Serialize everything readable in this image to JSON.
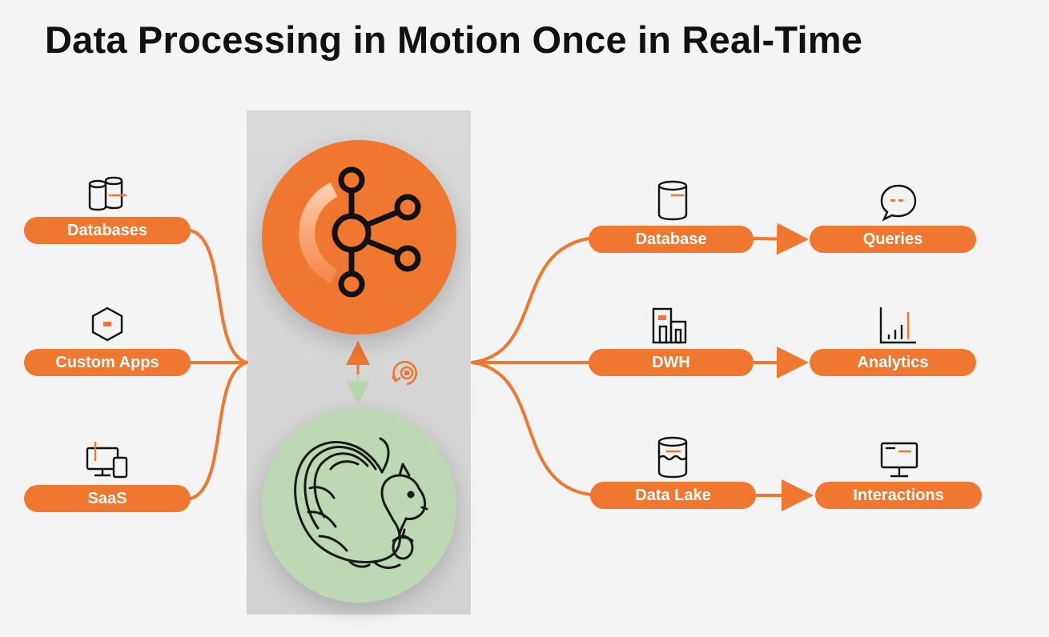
{
  "title": "Data Processing in Motion Once in Real-Time",
  "sources": [
    {
      "label": "Databases",
      "icon": "databases-icon"
    },
    {
      "label": "Custom Apps",
      "icon": "hexagon-icon"
    },
    {
      "label": "SaaS",
      "icon": "devices-icon"
    }
  ],
  "center": {
    "top": {
      "icon": "kafka-logo-icon"
    },
    "bottom": {
      "icon": "flink-squirrel-icon"
    },
    "connector_icon": "sync-icon"
  },
  "sinks": [
    {
      "label": "Database",
      "icon": "database-icon"
    },
    {
      "label": "DWH",
      "icon": "building-icon"
    },
    {
      "label": "Data Lake",
      "icon": "data-lake-icon"
    }
  ],
  "outcomes": [
    {
      "label": "Queries",
      "icon": "chat-bubble-icon"
    },
    {
      "label": "Analytics",
      "icon": "bar-chart-icon"
    },
    {
      "label": "Interactions",
      "icon": "monitor-icon"
    }
  ],
  "colors": {
    "accent": "#ef7730",
    "flink_green": "#bdd9b3",
    "center_panel": "#d6d6d6",
    "background": "#f4f4f4"
  }
}
